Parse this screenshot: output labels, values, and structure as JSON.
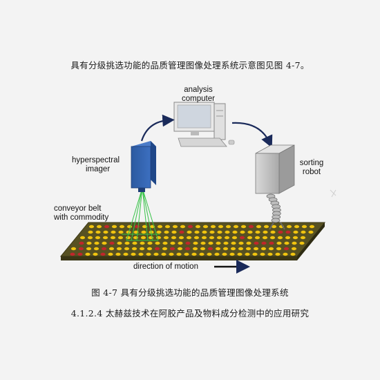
{
  "document": {
    "intro": "具有分级挑选功能的品质管理图像处理系统示意图见图 4-7。",
    "figure_caption": "图 4-7 具有分级挑选功能的品质管理图像处理系统",
    "section_heading": "4.1.2.4 太赫兹技术在阿胶产品及物料成分检测中的应用研究"
  },
  "figure": {
    "analysis_label_1": "analysis",
    "analysis_label_2": "computer",
    "imager_label_1": "hyperspectral",
    "imager_label_2": "imager",
    "robot_label_1": "sorting",
    "robot_label_2": "robot",
    "belt_label_1": "conveyor belt",
    "belt_label_2": "with commodity",
    "motion_label": "direction of motion",
    "colors": {
      "belt": "#595324",
      "dot_yellow": "#f1c40f",
      "dot_red": "#c0262b",
      "imager": "#2f5ea8",
      "scan_lines": "#36c247",
      "arrow": "#1a2a5a"
    }
  }
}
